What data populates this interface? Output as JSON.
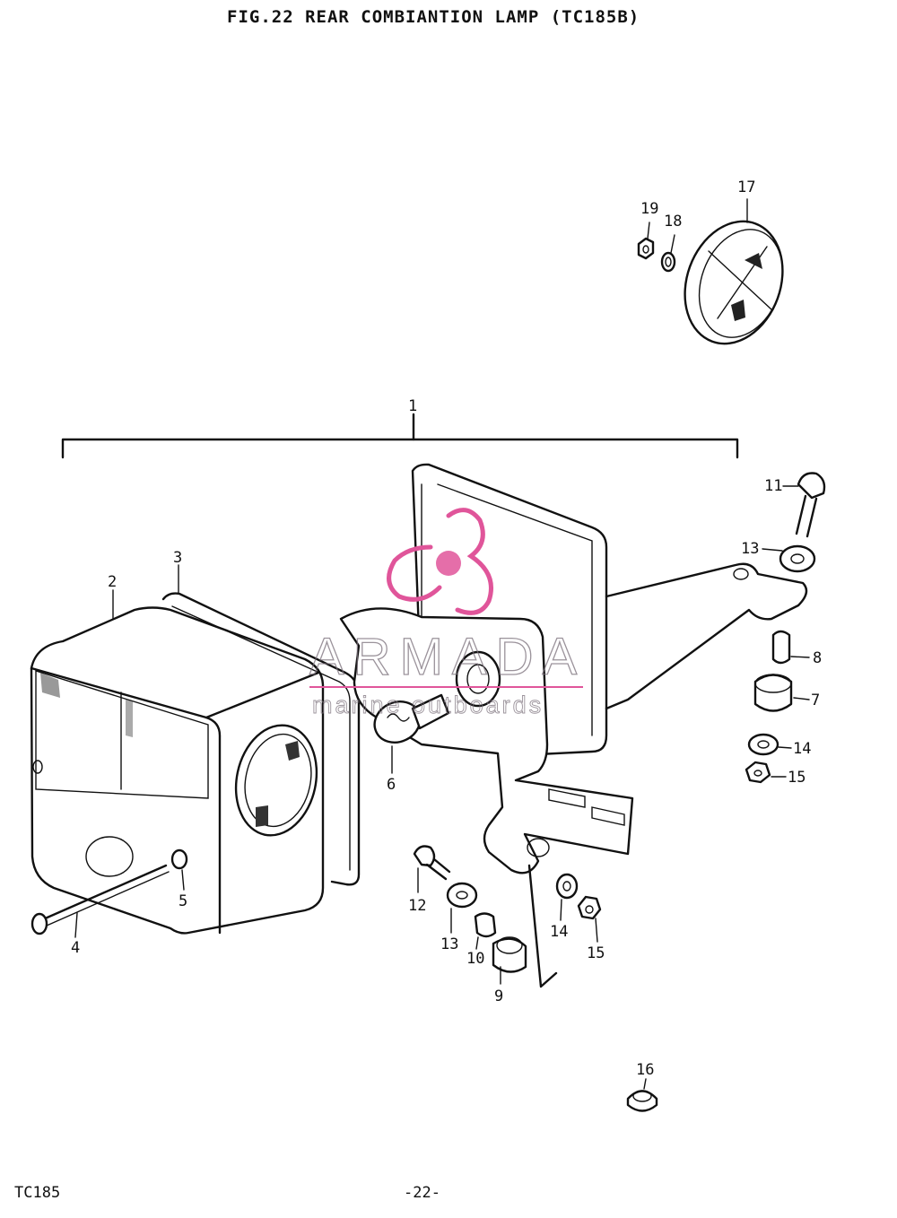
{
  "header": {
    "title": "FIG.22  REAR COMBIANTION LAMP (TC185B)"
  },
  "footer": {
    "model": "TC185",
    "page": "-22-"
  },
  "watermark": {
    "brand": "ARMADA",
    "tagline": "marine outboards",
    "accent_color": "#e0559a"
  },
  "callouts": {
    "c1": "1",
    "c2": "2",
    "c3": "3",
    "c4": "4",
    "c5": "5",
    "c6": "6",
    "c7": "7",
    "c8": "8",
    "c9": "9",
    "c10": "10",
    "c11": "11",
    "c12": "12",
    "c13a": "13",
    "c13b": "13",
    "c14a": "14",
    "c14b": "14",
    "c15a": "15",
    "c15b": "15",
    "c16": "16",
    "c17": "17",
    "c18": "18",
    "c19": "19"
  }
}
